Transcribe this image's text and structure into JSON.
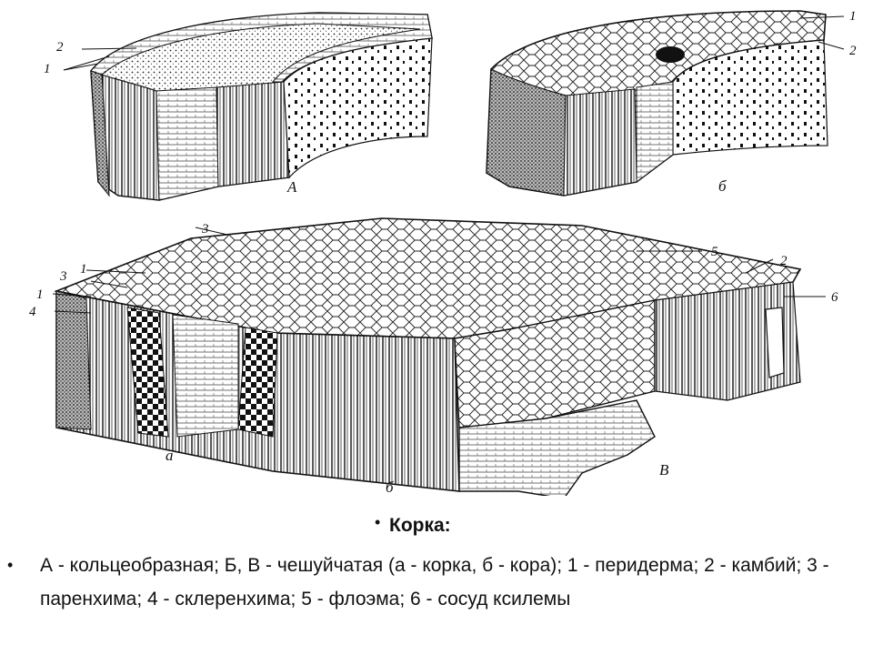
{
  "figure": {
    "labels": {
      "blockA": "А",
      "blockB": "б",
      "blockV": "В",
      "sub_a": "а",
      "sub_b": "б",
      "n1": "1",
      "n2": "2",
      "n3": "3",
      "n4": "4",
      "n5": "5",
      "n6": "6"
    }
  },
  "caption": {
    "heading": "Корка:",
    "text": "А - кольцеобразная; Б, В - чешуйчатая (а - корка, б - кора); 1 - перидерма; 2 - камбий; 3 - паренхима; 4 - склеренхима; 5 - флоэма; 6 - сосуд ксилемы"
  },
  "colors": {
    "ink": "#111111",
    "background": "#ffffff"
  }
}
